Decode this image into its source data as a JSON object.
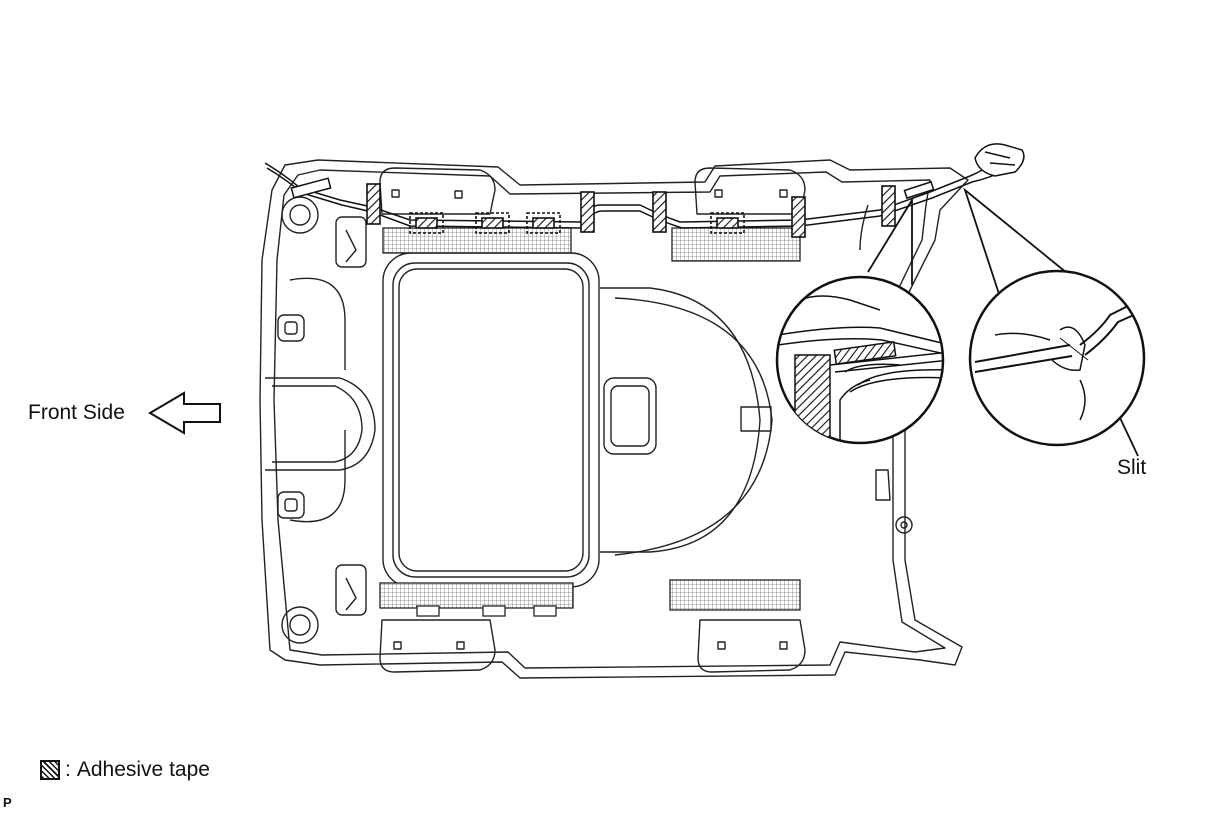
{
  "labels": {
    "front_side": "Front Side",
    "slit": "Slit"
  },
  "legend": {
    "colon": ":",
    "text": "Adhesive tape"
  },
  "figure_code": "P",
  "icons": {
    "direction_arrow": "left-outline-arrow-icon",
    "tape_swatch": "hatched-square-icon"
  },
  "colors": {
    "line": "#111111",
    "background": "#ffffff"
  }
}
